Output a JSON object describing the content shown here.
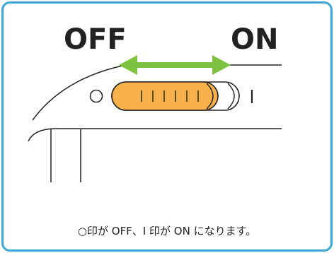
{
  "labels": {
    "off": "OFF",
    "on": "ON",
    "off_symbol": "○",
    "on_symbol": "I"
  },
  "caption": "○印が OFF、I 印が ON になります。",
  "colors": {
    "border": "#3aa6d8",
    "arrow": "#7dc241",
    "knob_fill": "#f7b04a",
    "knob_stroke": "#222222",
    "line": "#222222"
  },
  "icons": {
    "arrow": "double-headed-arrow-icon",
    "off_symbol": "circle-icon",
    "on_symbol": "bar-icon"
  }
}
